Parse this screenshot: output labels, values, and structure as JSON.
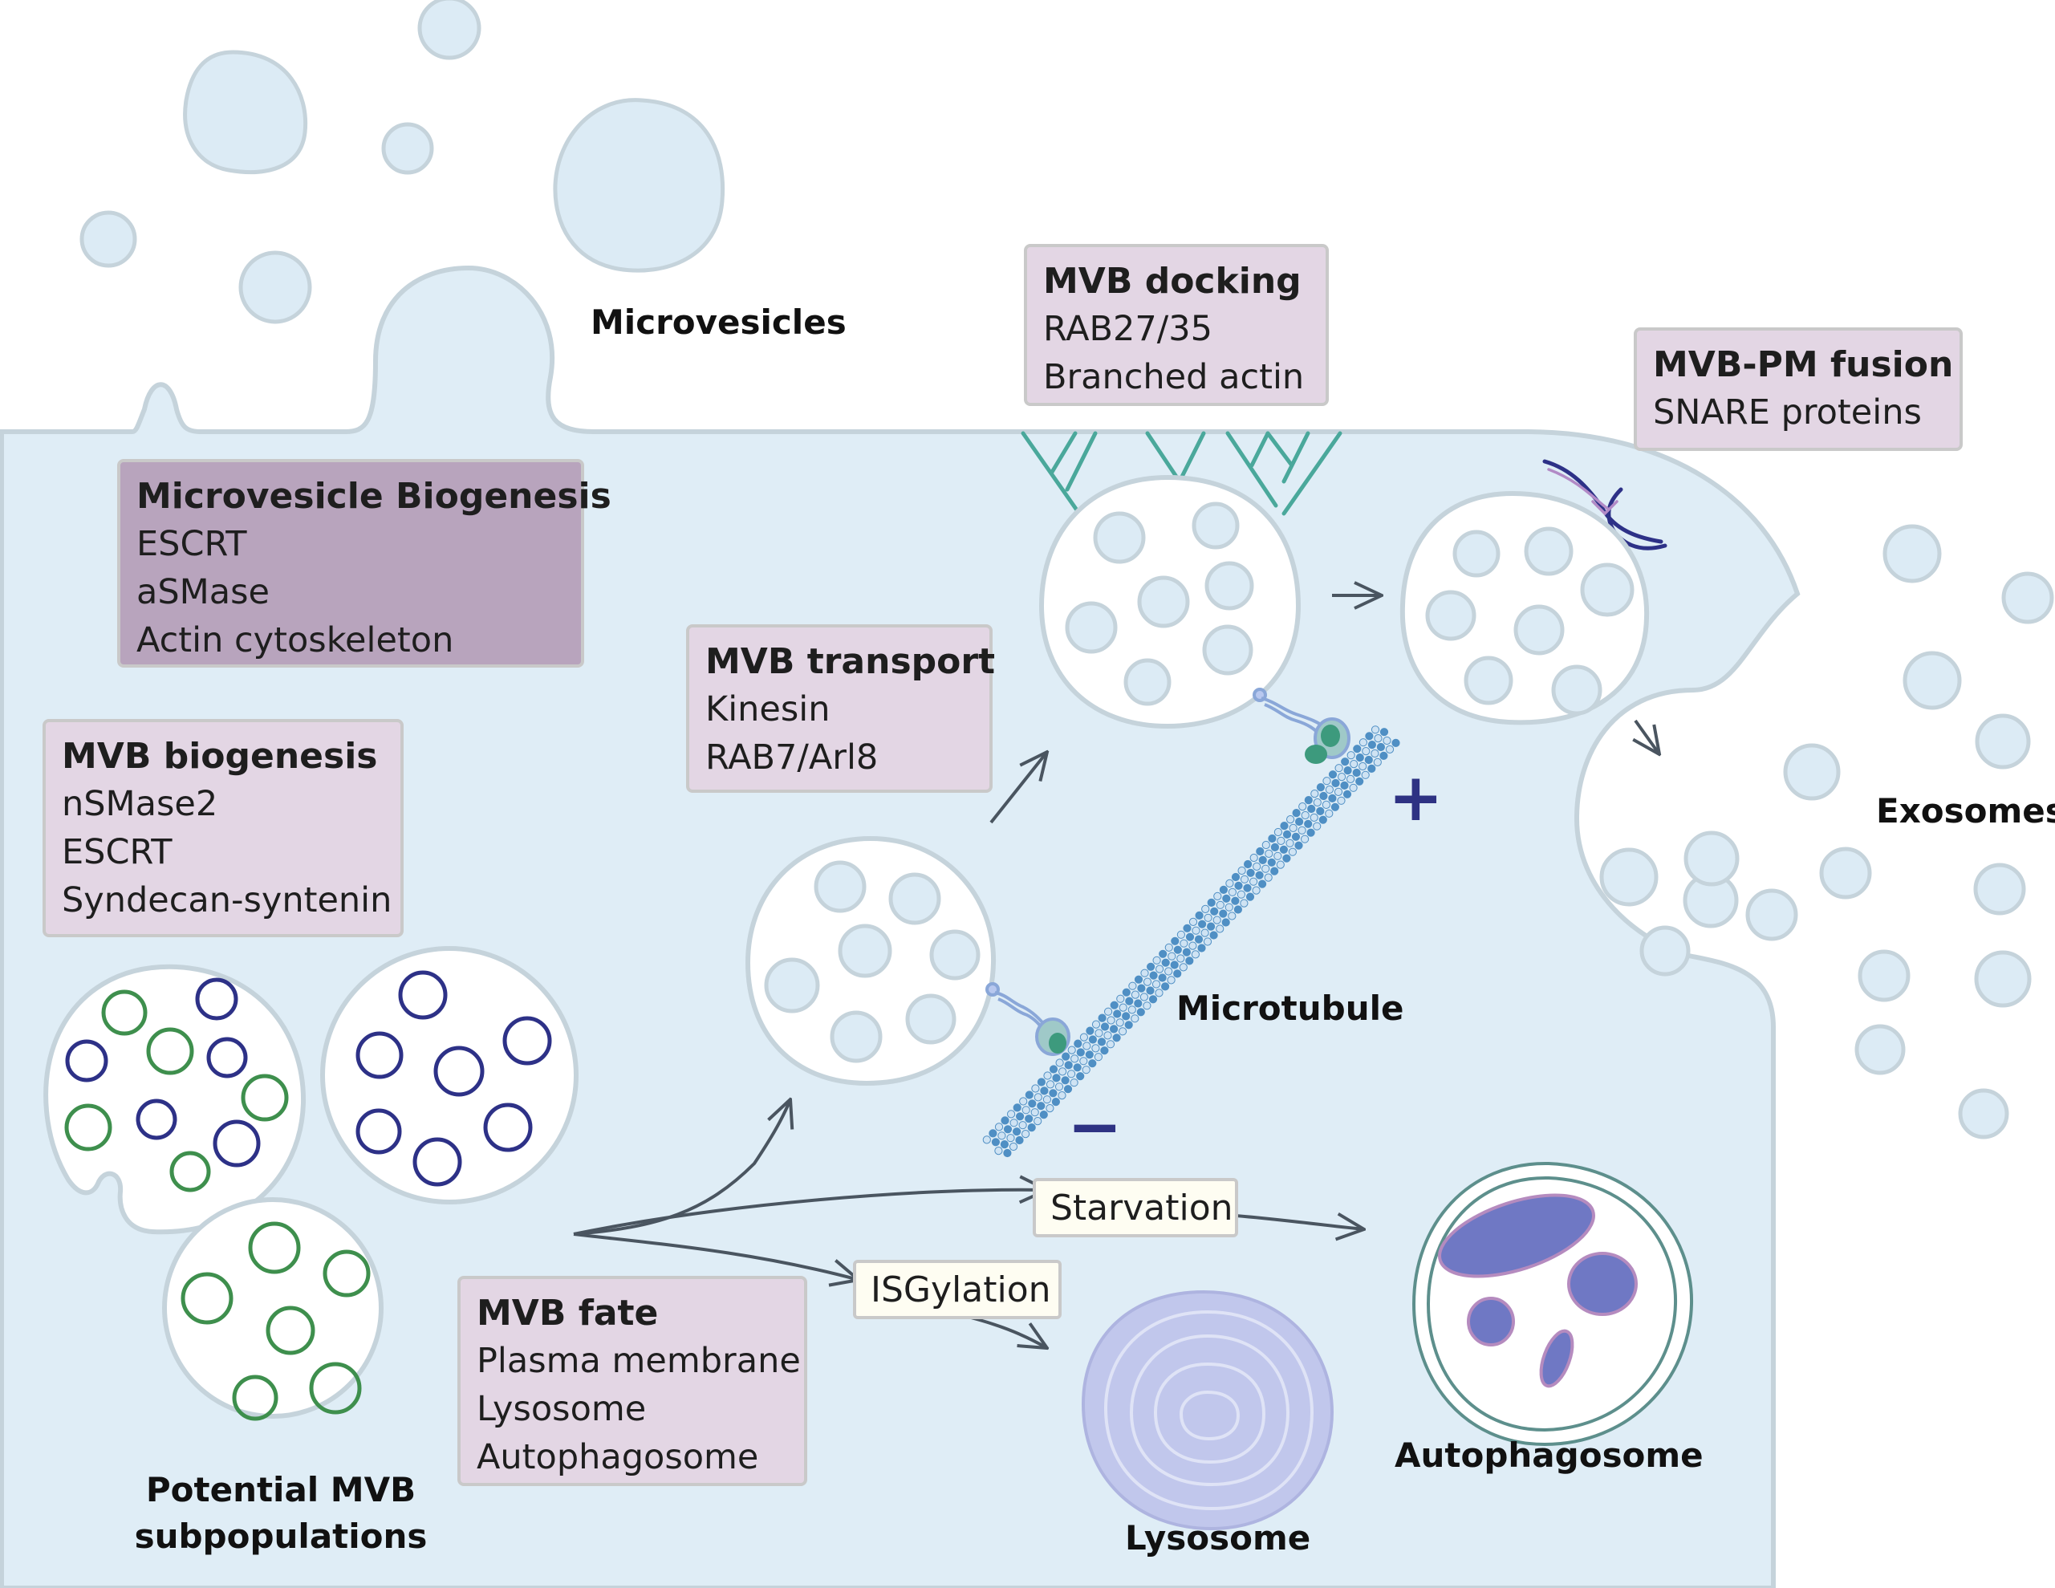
{
  "colors": {
    "cytoplasm": "#dfedf6",
    "membrane_outline": "#c5d3db",
    "vesicle_fill": "#dcebf5",
    "mvb_fill": "#ffffff",
    "ilv_green": "#3e8f4d",
    "ilv_navy": "#2d3187",
    "box_light": "#e3d6e4",
    "box_dark": "#b8a4bd",
    "arrow": "#4a5560",
    "actin": "#4aa89b",
    "microtubule": "#4f8fc4",
    "motor": "#3d9a7d",
    "autophagosome_outline": "#5d8f8c",
    "autophagosome_cargo": "#6f78c4",
    "lysosome": "#c1c7ec",
    "plus_minus": "#2e3283"
  },
  "boxes": {
    "microvesicle_biogenesis": {
      "title": "Microvesicle Biogenesis",
      "items": [
        "ESCRT",
        "aSMase",
        "Actin cytoskeleton"
      ]
    },
    "mvb_biogenesis": {
      "title": "MVB biogenesis",
      "items": [
        "nSMase2",
        "ESCRT",
        "Syndecan-syntenin"
      ]
    },
    "mvb_transport": {
      "title": "MVB transport",
      "items": [
        "Kinesin",
        "RAB7/Arl8"
      ]
    },
    "mvb_docking": {
      "title": "MVB docking",
      "items": [
        "RAB27/35",
        "Branched actin"
      ]
    },
    "mvb_pm_fusion": {
      "title": "MVB-PM fusion",
      "items": [
        "SNARE proteins"
      ]
    },
    "mvb_fate": {
      "title": "MVB fate",
      "items": [
        "Plasma membrane",
        "Lysosome",
        "Autophagosome"
      ]
    }
  },
  "labels": {
    "microvesicles": "Microvesicles",
    "exosomes": "Exosomes",
    "microtubule": "Microtubule",
    "potential_mvb_line1": "Potential MVB",
    "potential_mvb_line2": "subpopulations",
    "lysosome": "Lysosome",
    "autophagosome": "Autophagosome",
    "plus": "+",
    "minus": "−"
  },
  "conditions": {
    "starvation": "Starvation",
    "isgylation": "ISGylation"
  }
}
